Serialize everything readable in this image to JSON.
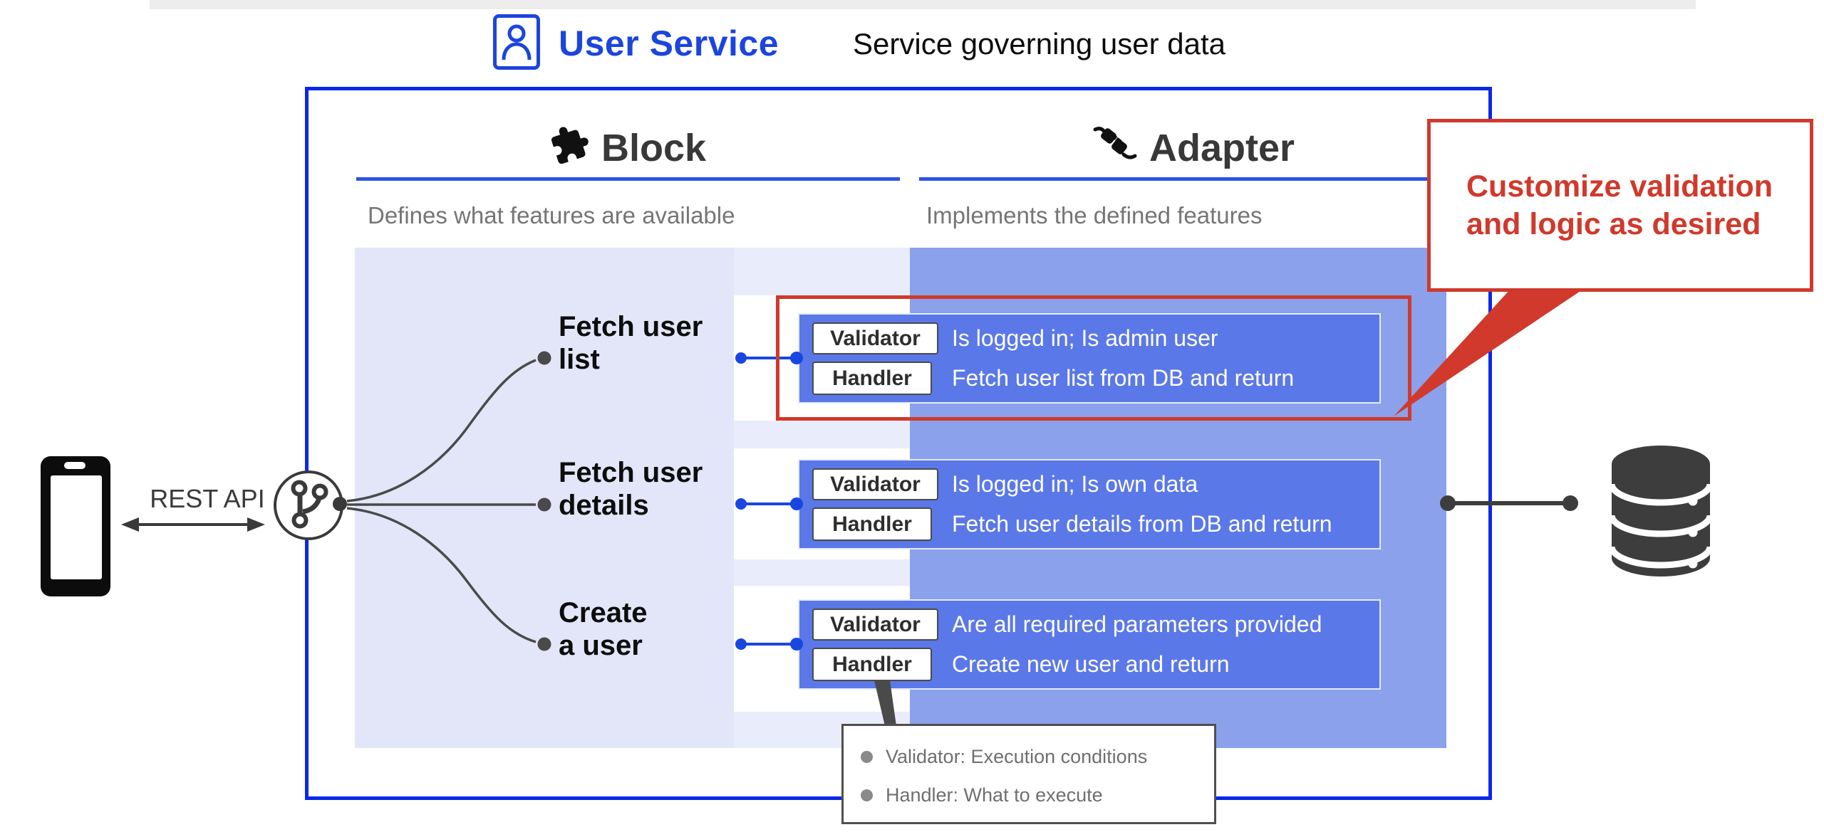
{
  "header": {
    "title": "User Service",
    "subtitle": "Service governing user data"
  },
  "columns": {
    "block": {
      "title": "Block",
      "subtitle": "Defines what features are available"
    },
    "adapter": {
      "title": "Adapter",
      "subtitle": "Implements the defined features"
    }
  },
  "chip_labels": {
    "validator": "Validator",
    "handler": "Handler"
  },
  "features": [
    {
      "label_line1": "Fetch user",
      "label_line2": "list",
      "validator": "Is logged in; Is admin user",
      "handler": "Fetch user list from DB and return"
    },
    {
      "label_line1": "Fetch user",
      "label_line2": "details",
      "validator": "Is logged in; Is own data",
      "handler": "Fetch user details from DB and return"
    },
    {
      "label_line1": "Create",
      "label_line2": "a user",
      "validator": "Are all required parameters provided",
      "handler": "Create new user and return"
    }
  ],
  "callout": {
    "line1": "Customize validation",
    "line2": "and logic as desired"
  },
  "legend": {
    "items": [
      "Validator: Execution conditions",
      "Handler: What to execute"
    ]
  },
  "left_side": {
    "rest_api_label": "REST API"
  },
  "icons": {
    "header": "user-card-icon",
    "block": "puzzle-icon",
    "adapter": "plug-connection-icon",
    "gateway": "git-branch-icon",
    "client": "smartphone-icon",
    "storage": "database-icon"
  },
  "colors": {
    "accent_blue": "#0a28e8",
    "header_blue": "#1c45dd",
    "underline_blue": "#2e53e8",
    "row_blue": "#5b78e8",
    "adapter_panel_blue": "#8ba1ec",
    "block_panel_lavender": "#e2e6f8",
    "connector_blue": "#1a46e0",
    "highlight_red": "#d0392b",
    "line_gray": "#4a4a4a"
  }
}
